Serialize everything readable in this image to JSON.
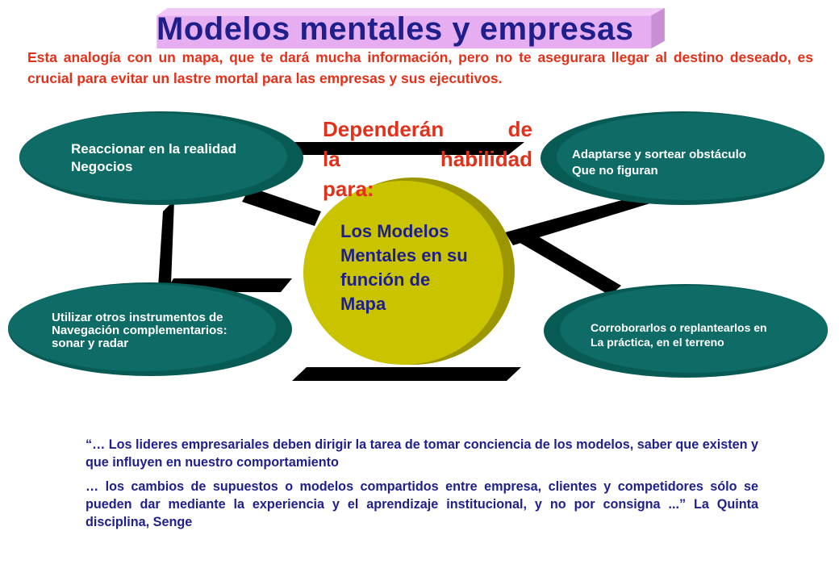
{
  "title": "Modelos mentales y empresas",
  "intro": "Esta analogía con un mapa, que te dará mucha información, pero no te asegurara llegar al destino deseado, es crucial para evitar un lastre mortal para las empresas y sus ejecutivos.",
  "center": {
    "heading_lines": [
      "Dependerán de",
      "la habilidad",
      "para:"
    ],
    "label_lines": [
      "Los Modelos",
      "Mentales en su",
      "función de",
      "Mapa"
    ]
  },
  "ovals": {
    "top_left": [
      "Reaccionar en la realidad",
      "Negocios"
    ],
    "top_right": [
      "Adaptarse y sortear obstáculo",
      "Que no figuran"
    ],
    "bottom_left": [
      "Utilizar otros instrumentos de",
      "Navegación complementarios:",
      "sonar y radar"
    ],
    "bottom_right": [
      "Corroborarlos o replantearlos en",
      "La práctica, en el terreno"
    ]
  },
  "quote": {
    "paragraph_1": "“… Los lideres empresariales deben dirigir la tarea de tomar conciencia de los modelos, saber que existen y que influyen en nuestro comportamiento",
    "paragraph_2": "… los cambios de supuestos o modelos compartidos entre empresa, clientes y competidores sólo se pueden dar mediante la experiencia y el aprendizaje institucional, y no por consigna ...” La Quinta disciplina, Senge"
  },
  "colors": {
    "title_box": "#e6aef0",
    "title_text": "#1f1f8c",
    "accent_red": "#e2311b",
    "oval_teal": "#0e6b65",
    "center_yellow": "#c9c300",
    "arrow_black": "#000000"
  }
}
